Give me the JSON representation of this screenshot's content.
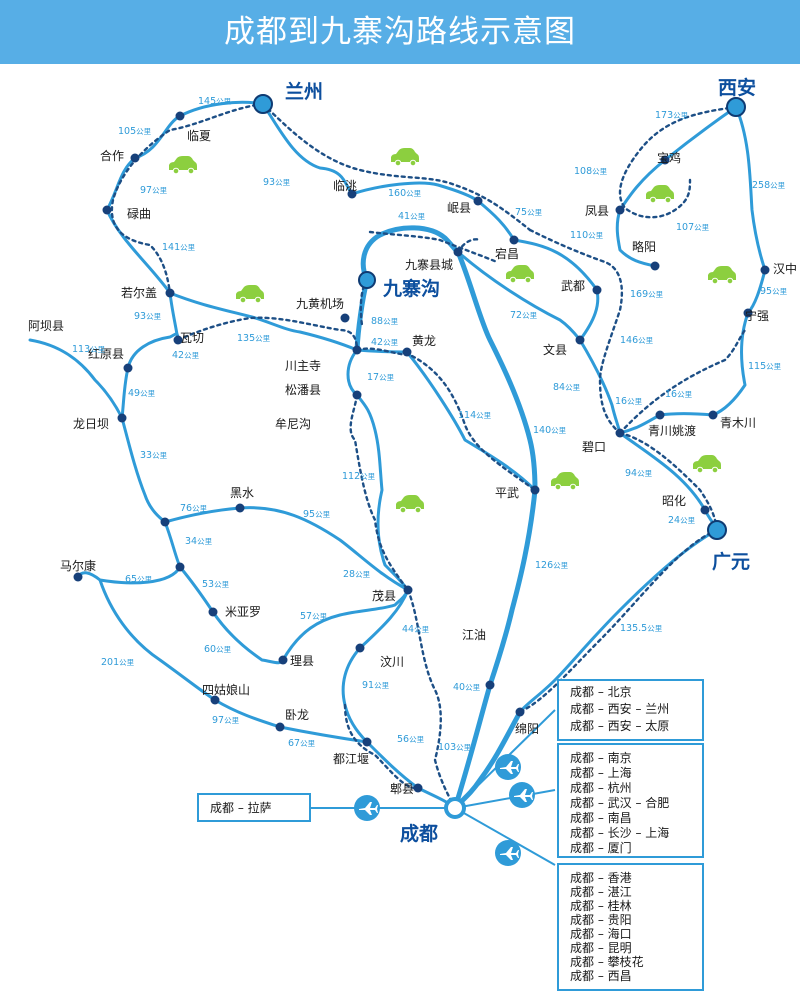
{
  "title": "成都到九寨沟路线示意图",
  "distance_unit": "公里",
  "colors": {
    "route": "#2f9bd8",
    "dashed_route": "#1d4f86",
    "title_bar": "#57aee6",
    "car_icon": "#8ccf3f",
    "city_label": "#0d4f9e"
  },
  "places": {
    "lanzhou": "兰州",
    "xian": "西安",
    "jiuzhaigou": "九寨沟",
    "guangyuan": "广元",
    "chengdu": "成都",
    "linxia": "临夏",
    "hezuo": "合作",
    "luqu": "碌曲",
    "lintao": "临洮",
    "minxian": "岷县",
    "dangchang": "宕昌",
    "fengxian": "凤县",
    "baoji": "宝鸡",
    "lueyang": "略阳",
    "wudu": "武都",
    "hanzhong": "汉中",
    "ningqiang": "宁强",
    "wenxian": "文县",
    "qingchuan_yaodu": "青川姚渡",
    "qingmuchuan": "青木川",
    "bikou": "碧口",
    "zhaohua": "昭化",
    "jiuzhai_county": "九寨县城",
    "ruoergai": "若尔盖",
    "aba": "阿坝县",
    "waqie": "瓦切",
    "hongyuan": "红原县",
    "longriba": "龙日坝",
    "jiuhuang_airport": "九黄机场",
    "chuanzhusi": "川主寺",
    "songpan": "松潘县",
    "huanglong": "黄龙",
    "mounigou": "牟尼沟",
    "heishui": "黑水",
    "maerkang": "马尔康",
    "miyaluo": "米亚罗",
    "lixian": "理县",
    "maoxian": "茂县",
    "wenchuan": "汶川",
    "siguniangshan": "四姑娘山",
    "wolong": "卧龙",
    "dujiangyan": "都江堰",
    "pixian": "郫县",
    "pingwu": "平武",
    "jiangyou": "江油",
    "mianyang": "绵阳"
  },
  "distances": [
    {
      "value": "145",
      "unit": "公里"
    },
    {
      "value": "105",
      "unit": "公里"
    },
    {
      "value": "97",
      "unit": "公里"
    },
    {
      "value": "141",
      "unit": "公里"
    },
    {
      "value": "93",
      "unit": "公里"
    },
    {
      "value": "113",
      "unit": "公里"
    },
    {
      "value": "135",
      "unit": "公里"
    },
    {
      "value": "42",
      "unit": "公里"
    },
    {
      "value": "49",
      "unit": "公里"
    },
    {
      "value": "33",
      "unit": "公里"
    },
    {
      "value": "76",
      "unit": "公里"
    },
    {
      "value": "95",
      "unit": "公里"
    },
    {
      "value": "34",
      "unit": "公里"
    },
    {
      "value": "65",
      "unit": "公里"
    },
    {
      "value": "53",
      "unit": "公里"
    },
    {
      "value": "60",
      "unit": "公里"
    },
    {
      "value": "57",
      "unit": "公里"
    },
    {
      "value": "201",
      "unit": "公里"
    },
    {
      "value": "97",
      "unit": "公里"
    },
    {
      "value": "67",
      "unit": "公里"
    },
    {
      "value": "93",
      "unit": "公里"
    },
    {
      "value": "160",
      "unit": "公里"
    },
    {
      "value": "75",
      "unit": "公里"
    },
    {
      "value": "41",
      "unit": "公里"
    },
    {
      "value": "88",
      "unit": "公里"
    },
    {
      "value": "42",
      "unit": "公里"
    },
    {
      "value": "17",
      "unit": "公里"
    },
    {
      "value": "112",
      "unit": "公里"
    },
    {
      "value": "28",
      "unit": "公里"
    },
    {
      "value": "44",
      "unit": "公里"
    },
    {
      "value": "91",
      "unit": "公里"
    },
    {
      "value": "56",
      "unit": "公里"
    },
    {
      "value": "114",
      "unit": "公里"
    },
    {
      "value": "140",
      "unit": "公里"
    },
    {
      "value": "126",
      "unit": "公里"
    },
    {
      "value": "40",
      "unit": "公里"
    },
    {
      "value": "103",
      "unit": "公里"
    },
    {
      "value": "173",
      "unit": "公里"
    },
    {
      "value": "108",
      "unit": "公里"
    },
    {
      "value": "107",
      "unit": "公里"
    },
    {
      "value": "110",
      "unit": "公里"
    },
    {
      "value": "169",
      "unit": "公里"
    },
    {
      "value": "258",
      "unit": "公里"
    },
    {
      "value": "95",
      "unit": "公里"
    },
    {
      "value": "115",
      "unit": "公里"
    },
    {
      "value": "72",
      "unit": "公里"
    },
    {
      "value": "146",
      "unit": "公里"
    },
    {
      "value": "84",
      "unit": "公里"
    },
    {
      "value": "16",
      "unit": "公里"
    },
    {
      "value": "16",
      "unit": "公里"
    },
    {
      "value": "94",
      "unit": "公里"
    },
    {
      "value": "24",
      "unit": "公里"
    },
    {
      "value": "135.5",
      "unit": "公里"
    }
  ],
  "flights": {
    "box_lhasa": [
      "成都 – 拉萨"
    ],
    "box_north": [
      "成都 – 北京",
      "成都 – 西安 – 兰州",
      "成都 – 西安 – 太原"
    ],
    "box_east": [
      "成都 – 南京",
      "成都 – 上海",
      "成都 – 杭州",
      "成都 – 武汉 – 合肥",
      "成都 – 南昌",
      "成都 – 长沙 – 上海",
      "成都 – 厦门"
    ],
    "box_south": [
      "成都 – 香港",
      "成都 – 湛江",
      "成都 – 桂林",
      "成都 – 贵阳",
      "成都 – 海口",
      "成都 – 昆明",
      "成都 – 攀枝花",
      "成都 – 西昌"
    ]
  },
  "icons": {
    "car": "car-icon",
    "airplane": "airplane-icon"
  }
}
